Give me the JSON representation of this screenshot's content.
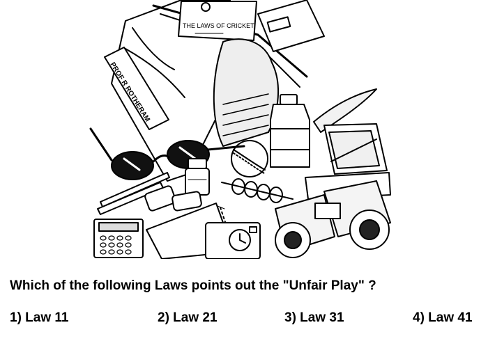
{
  "illustration": {
    "book_title": "THE LAWS OF CRICKET",
    "bag_tag": "PROF R ROTHERAM"
  },
  "question": "Which of the following Laws points out the \"Unfair Play\" ?",
  "options": [
    {
      "label": "1) Law 11"
    },
    {
      "label": "2) Law 21"
    },
    {
      "label": "3) Law 31"
    },
    {
      "label": "4) Law 41"
    }
  ]
}
